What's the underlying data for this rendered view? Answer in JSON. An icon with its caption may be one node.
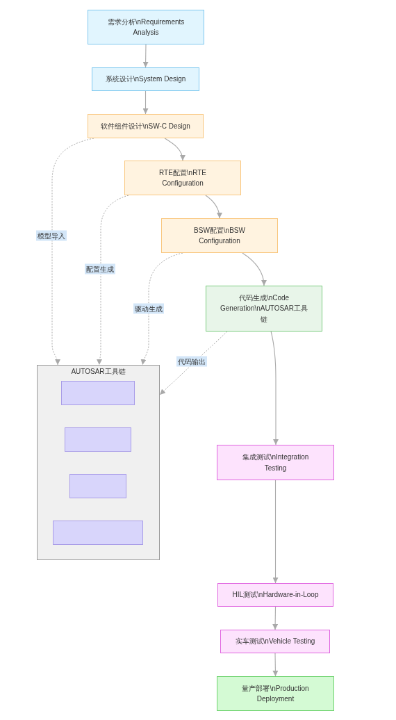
{
  "diagram": {
    "nodes": [
      {
        "text": [
          "需求分析\\nRequirements Analysis"
        ]
      },
      {
        "text": [
          "系统设计\\nSystem Design"
        ]
      },
      {
        "text": [
          "软件组件设计\\nSW-C Design"
        ]
      },
      {
        "text": [
          "RTE配置\\nRTE Configuration"
        ]
      },
      {
        "text": [
          "BSW配置\\nBSW Configuration"
        ]
      },
      {
        "text": [
          "代码生成\\nCode Generation\\nAUTOSAR工具链"
        ]
      },
      {
        "text": [
          "AUTOSAR工具链"
        ]
      },
      {
        "text": [],
        "shape": "box",
        "in": 6
      },
      {
        "text": [],
        "shape": "box",
        "in": 6
      },
      {
        "text": [],
        "shape": "box",
        "in": 6
      },
      {
        "text": [],
        "shape": "box",
        "in": 6
      },
      {
        "text": [
          "集成测试\\nIntegration Testing"
        ]
      },
      {
        "text": [
          "HIL测试\\nHardware-in-Loop"
        ]
      },
      {
        "text": [
          "实车测试\\nVehicle Testing"
        ]
      },
      {
        "text": [
          "量产部署\\nProduction Deployment"
        ]
      }
    ],
    "edges": [
      {
        "from": 0,
        "to": 1,
        "arrow": "to"
      },
      {
        "from": 1,
        "to": 2,
        "arrow": "to"
      },
      {
        "from": 2,
        "to": 3,
        "arrow": "to"
      },
      {
        "from": 3,
        "to": 4,
        "arrow": "to"
      },
      {
        "from": 4,
        "to": 5,
        "arrow": "to"
      },
      {
        "from": 2,
        "to": 6,
        "arrow": "to",
        "label": "模型导入",
        "style": "dashed"
      },
      {
        "from": 3,
        "to": 6,
        "arrow": "to",
        "label": "配置生成",
        "style": "dashed"
      },
      {
        "from": 4,
        "to": 6,
        "arrow": "to",
        "label": "驱动生成",
        "style": "dashed"
      },
      {
        "from": 5,
        "to": 6,
        "arrow": "to",
        "label": "代码输出",
        "style": "dashed"
      },
      {
        "from": 5,
        "to": 11,
        "arrow": "to"
      },
      {
        "from": 11,
        "to": 12,
        "arrow": "to"
      },
      {
        "from": 12,
        "to": 13,
        "arrow": "to"
      },
      {
        "from": 13,
        "to": 14,
        "arrow": "to"
      }
    ]
  }
}
